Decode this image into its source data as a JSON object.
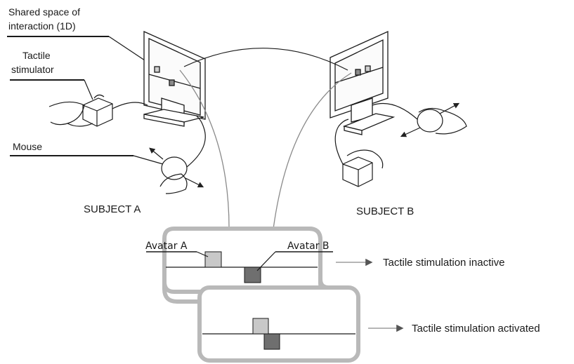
{
  "labels": {
    "shared_space_line1": "Shared space of",
    "shared_space_line2": "interaction (1D)",
    "tactile_line1": "Tactile",
    "tactile_line2": "stimulator",
    "mouse": "Mouse",
    "subject_a": "SUBJECT A",
    "subject_b": "SUBJECT B",
    "avatar_a": "Avatar A",
    "avatar_b": "Avatar B",
    "state_inactive": "Tactile stimulation inactive",
    "state_activated": "Tactile stimulation activated"
  },
  "colors": {
    "ink": "#1a1a1a",
    "panel_border": "#b9b9b9",
    "avatar_a": "#c8c8c8",
    "avatar_b": "#6f6f6f",
    "arrow": "#8a8a8a"
  }
}
